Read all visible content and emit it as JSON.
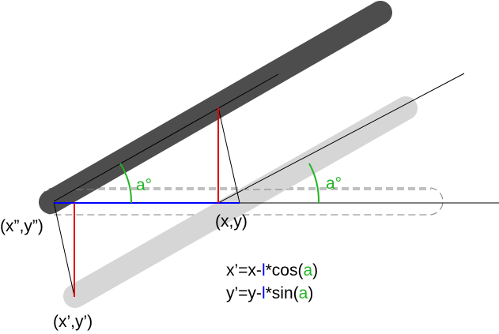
{
  "colors": {
    "dark_rod": "#4d4d4d",
    "light_rod": "#d6d6d6",
    "dashed_outline": "#808080",
    "blue_segment": "#0000ff",
    "red_segment": "#e00000",
    "angle_green": "#22b522",
    "text": "#000000"
  },
  "labels": {
    "point_xy": "(x,y)",
    "point_x2y2": "(x”,y”)",
    "point_x1y1": "(x’,y’)",
    "angle_1": "a°",
    "angle_2": "a°"
  },
  "formulas": {
    "line1": {
      "lhs": "x’=x-",
      "l": "l",
      "op": "*cos(",
      "a": "a",
      "close": ")"
    },
    "line2": {
      "lhs": "y’=y-",
      "l": "l",
      "op": "*sin(",
      "a": "a",
      "close": ")"
    }
  }
}
